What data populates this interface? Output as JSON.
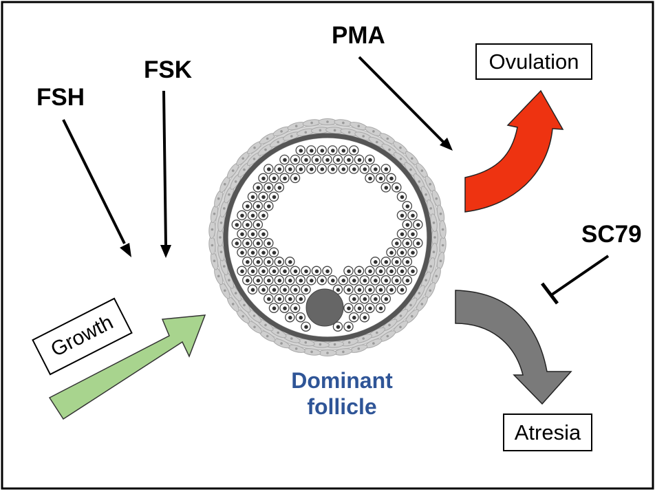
{
  "labels": {
    "fsh": "FSH",
    "fsk": "FSK",
    "pma": "PMA",
    "sc79": "SC79",
    "growth": "Growth",
    "ovulation": "Ovulation",
    "atresia": "Atresia",
    "dominant": "Dominant",
    "follicle": "follicle"
  },
  "colors": {
    "border": "#000000",
    "growth_arrow": "#a8d48e",
    "ovulation_arrow": "#ee3311",
    "atresia_arrow": "#7a7a7a",
    "follicle_label": "#2f5597",
    "theca": "#c8c8c8",
    "basal_ring": "#555555",
    "oocyte": "#666666"
  }
}
